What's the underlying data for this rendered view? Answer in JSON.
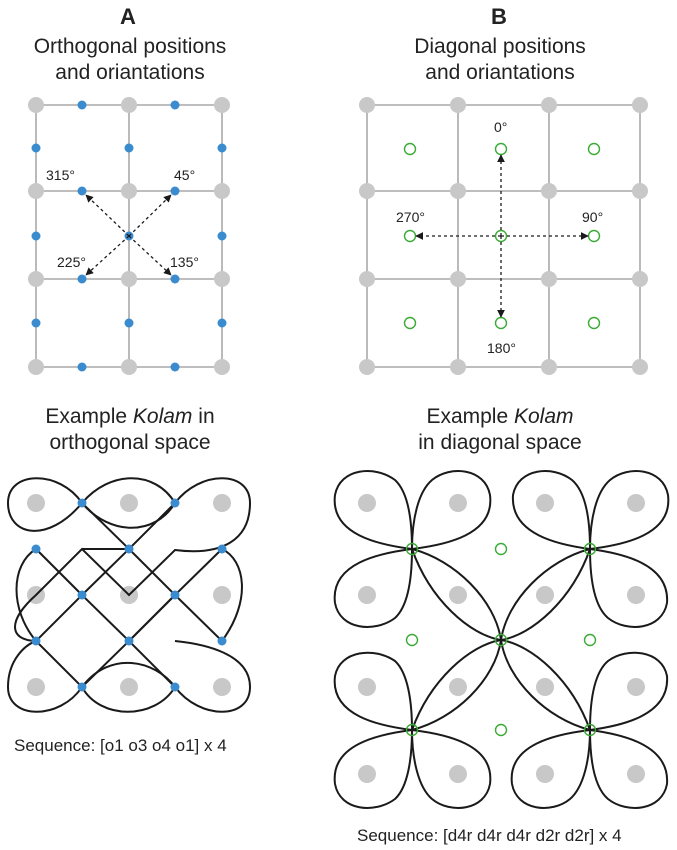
{
  "panel_a": {
    "letter": "A",
    "title_line1": "Orthogonal positions",
    "title_line2": "and oriantations",
    "angles": [
      "315°",
      "45°",
      "225°",
      "135°"
    ],
    "example_line1_prefix": "Example ",
    "example_line1_italic": "Kolam",
    "example_line1_suffix": " in",
    "example_line2": "orthogonal space",
    "sequence": "Sequence:  [o1 o3 o4 o1] x 4"
  },
  "panel_b": {
    "letter": "B",
    "title_line1": "Diagonal positions",
    "title_line2": "and oriantations",
    "angles": [
      "0°",
      "270°",
      "90°",
      "180°"
    ],
    "example_line1_prefix": "Example ",
    "example_line1_italic": "Kolam",
    "example_line2": "in diagonal space",
    "sequence": "Sequence:  [d4r d4r d4r d2r d2r] x 4"
  },
  "colors": {
    "grid_line": "#a9a9a9",
    "grid_dot": "#c8c8c8",
    "orthogonal_dot": "#3a8ccf",
    "diagonal_ring": "#3aaa35",
    "kolam_line": "#1a1a1a"
  }
}
